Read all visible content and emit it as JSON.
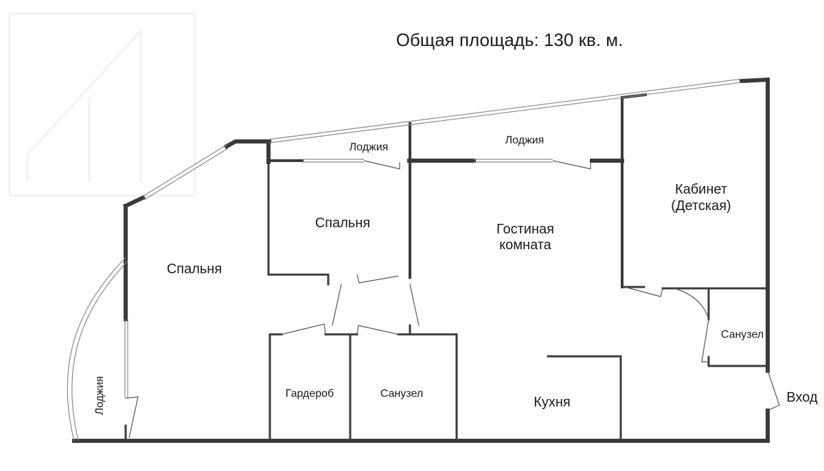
{
  "title": "Общая площадь: 130 кв. м.",
  "rooms": {
    "loggia_top_left": "Лоджия",
    "loggia_top_right": "Лоджия",
    "loggia_left": "Лоджия",
    "bedroom_left": "Спальня",
    "bedroom_center": "Спальня",
    "living_line1": "Гостиная",
    "living_line2": "комната",
    "study_line1": "Кабинет",
    "study_line2": "(Детская)",
    "bathroom_right": "Санузел",
    "bathroom_center": "Санузел",
    "wardrobe": "Гардероб",
    "kitchen": "Кухня",
    "entrance": "Вход"
  },
  "colors": {
    "wall": "#3a3a3a",
    "window": "#888888",
    "background": "#ffffff"
  }
}
